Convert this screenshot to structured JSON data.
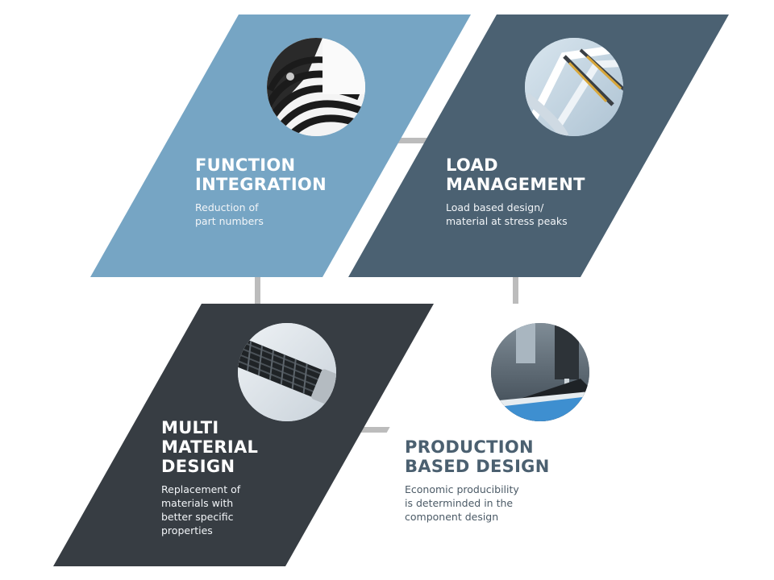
{
  "colors": {
    "function_integration": "#76a5c4",
    "load_management": "#4b6172",
    "multi_material": "#373d43",
    "production_based": "#ffffff",
    "connector": "#bcbcbc",
    "title_dark": "#4b6070"
  },
  "blocks": [
    {
      "id": "function-integration",
      "title_lines": [
        "FUNCTION",
        "INTEGRATION"
      ],
      "desc_lines": [
        "Reduction of",
        "part numbers"
      ],
      "image": "zebra-stripe-part-photo"
    },
    {
      "id": "load-management",
      "title_lines": [
        "LOAD",
        "MANAGEMENT"
      ],
      "desc_lines": [
        "Load based design/",
        "material at stress peaks"
      ],
      "image": "frame-structure-photo"
    },
    {
      "id": "multi-material-design",
      "title_lines": [
        "MULTI",
        "MATERIAL",
        "DESIGN"
      ],
      "desc_lines": [
        "Replacement of",
        "materials with",
        "better specific",
        "properties"
      ],
      "image": "braided-tube-photo"
    },
    {
      "id": "production-based-design",
      "title_lines": [
        "PRODUCTION",
        "BASED DESIGN"
      ],
      "desc_lines": [
        "Economic producibility",
        "is determinded in the",
        "component design"
      ],
      "image": "machining-tool-photo"
    }
  ]
}
